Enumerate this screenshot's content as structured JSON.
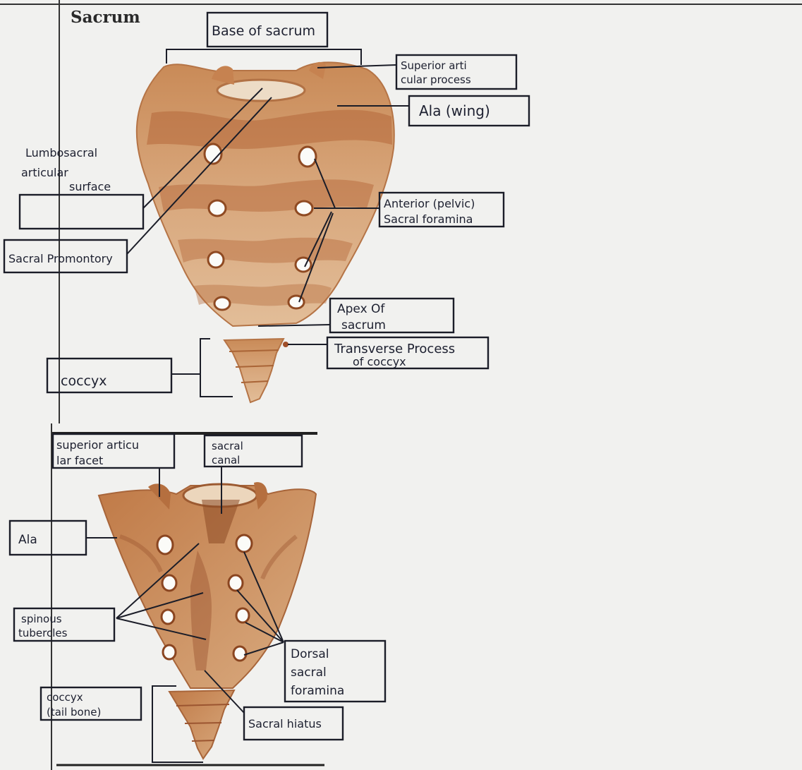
{
  "title": "Sacrum",
  "anterior_view": {
    "labels": {
      "base": "Base of sacrum",
      "superior_articular": [
        "Superior arti",
        "cular process"
      ],
      "ala": "Ala (wing)",
      "lumbosacral": [
        "Lumbosacral",
        "articular",
        "surface"
      ],
      "lumbosacral_blank": "",
      "promontory": "Sacral Promontory",
      "anterior_foramina": [
        "Anterior (pelvic)",
        "Sacral foramina"
      ],
      "apex": [
        "Apex Of",
        "sacrum"
      ],
      "transverse": [
        "Transverse Process",
        "of coccyx"
      ],
      "coccyx": "coccyx"
    }
  },
  "posterior_view": {
    "labels": {
      "superior_facet": [
        "superior articu",
        "lar facet"
      ],
      "sacral_canal": [
        "sacral",
        "canal"
      ],
      "ala": "Ala",
      "spinous": [
        "spinous",
        "tubercles"
      ],
      "dorsal_foramina": [
        "Dorsal",
        "sacral",
        "foramina"
      ],
      "coccyx": [
        "coccyx",
        "(tail bone)"
      ],
      "hiatus": "Sacral hiatus"
    }
  }
}
